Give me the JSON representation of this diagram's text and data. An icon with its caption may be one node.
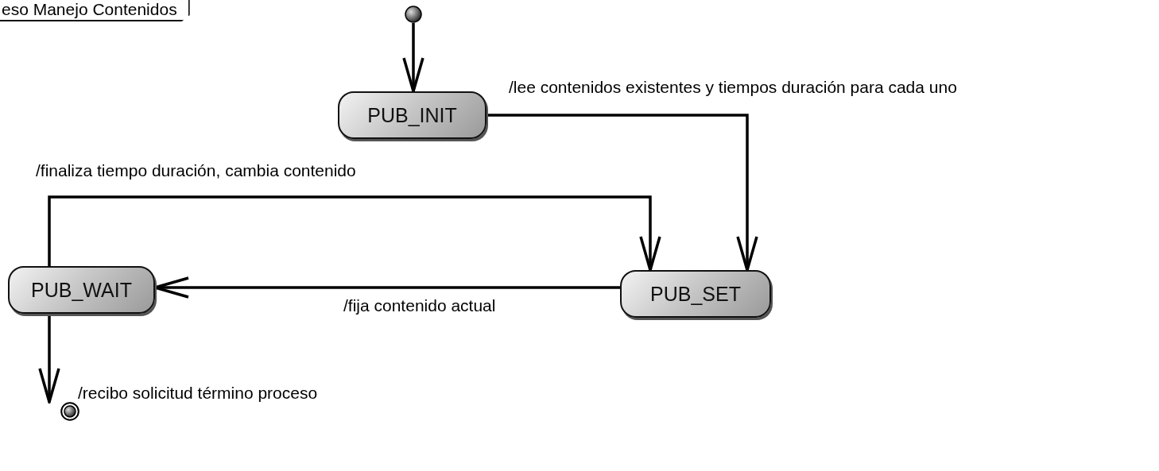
{
  "diagram": {
    "title": "eso Manejo Contenidos",
    "nodes": [
      {
        "text": [],
        "shape": "circle"
      },
      {
        "text": [
          "PUB_INIT"
        ]
      },
      {
        "text": [
          "PUB_SET"
        ]
      },
      {
        "text": [
          "PUB_WAIT"
        ]
      },
      {
        "text": [],
        "shape": "circle"
      }
    ],
    "edges": [
      {
        "from": 0,
        "to": 1,
        "arrow": "to"
      },
      {
        "from": 1,
        "to": 2,
        "arrow": "to",
        "label": "/lee contenidos existentes y tiempos duración para cada uno"
      },
      {
        "from": 3,
        "to": 2,
        "arrow": "to",
        "label": "/finaliza tiempo duración, cambia contenido"
      },
      {
        "from": 2,
        "to": 3,
        "arrow": "to",
        "label": "/fija contenido actual"
      },
      {
        "from": 3,
        "to": 4,
        "arrow": "to",
        "label": "/recibo solicitud término proceso"
      }
    ]
  }
}
